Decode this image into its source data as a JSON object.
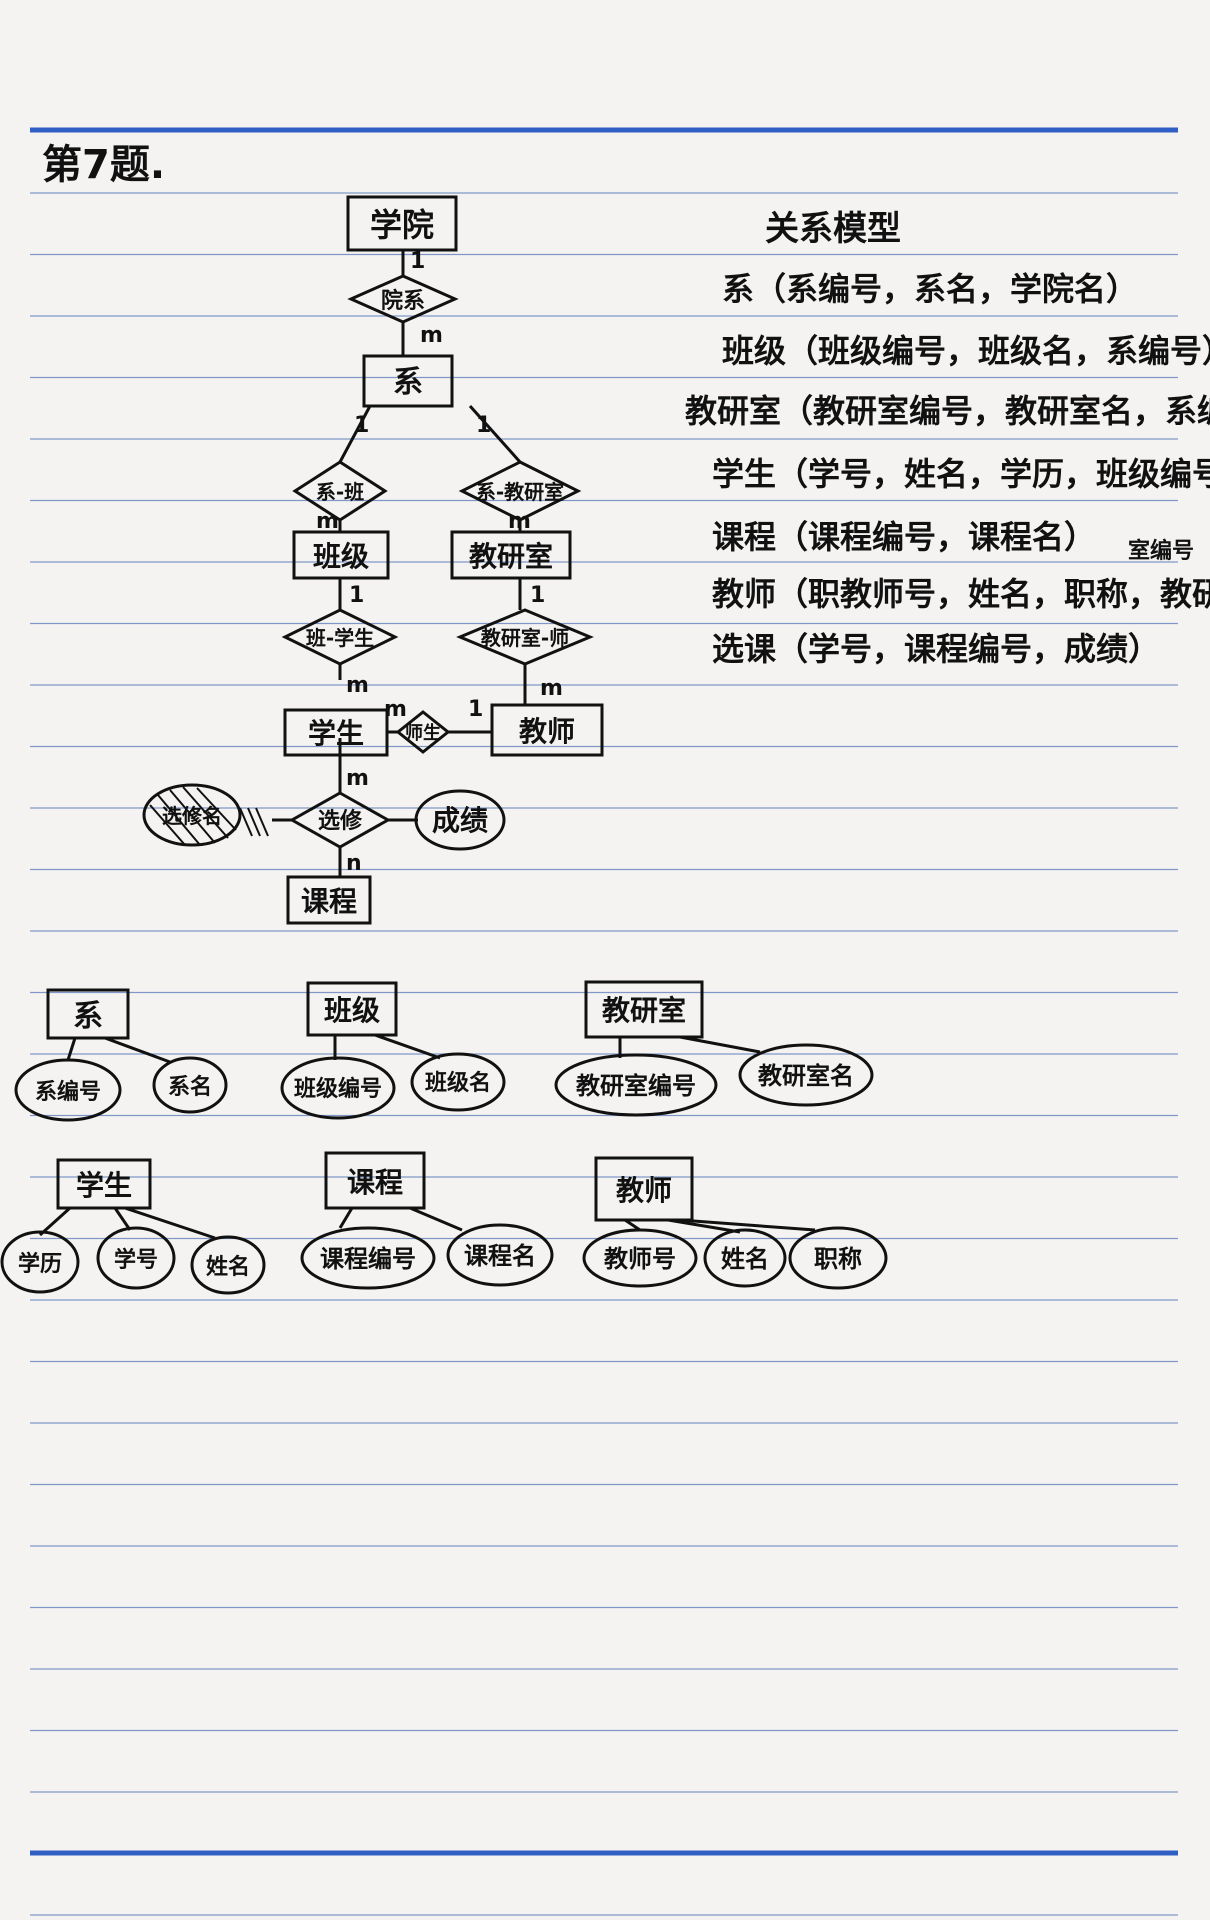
{
  "heading": "第7题.",
  "er": {
    "entities": {
      "college": "学院",
      "dept": "系",
      "class": "班级",
      "office": "教研室",
      "student": "学生",
      "teacher": "教师",
      "course": "课程"
    },
    "relationships": {
      "college_dept": "院系",
      "dept_class": "系-班",
      "dept_office": "系-教研室",
      "class_student": "班-学生",
      "office_teacher": "教研室-师",
      "student_teacher": "师生",
      "enroll": "选修"
    },
    "attributes": {
      "grade": "成绩",
      "crossed": "选修名"
    },
    "cardinalities": {
      "college_side": "1",
      "dept_side_of_college": "m",
      "dept_to_class": "1",
      "class_side": "m",
      "dept_to_office": "1",
      "office_side": "m",
      "class_to_student": "1",
      "student_side": "m",
      "office_to_teacher": "1",
      "teacher_side": "m",
      "student_to_teacher": "m",
      "teacher_to_student": "1",
      "student_enroll": "m",
      "course_enroll": "n"
    }
  },
  "relational_model": {
    "title": "关系模型",
    "relations": [
      "系（系编号，系名，学院名）",
      "班级（班级编号，班级名，系编号）",
      "教研室（教研室编号，教研室名，系编号）",
      "学生（学号，姓名，学历，班级编号，教研室",
      "课程（课程编号，课程名）",
      "教师（职教师号，姓名，职称，教研室编号）",
      "选课（学号，课程编号，成绩）"
    ],
    "annotation": "室编号"
  },
  "attribute_diagrams": [
    {
      "entity": "系",
      "attributes": [
        "系编号",
        "系名"
      ]
    },
    {
      "entity": "班级",
      "attributes": [
        "班级编号",
        "班级名"
      ]
    },
    {
      "entity": "教研室",
      "attributes": [
        "教研室编号",
        "教研室名"
      ]
    },
    {
      "entity": "学生",
      "attributes": [
        "学历",
        "学号",
        "姓名"
      ]
    },
    {
      "entity": "课程",
      "attributes": [
        "课程编号",
        "课程名"
      ]
    },
    {
      "entity": "教师",
      "attributes": [
        "教师号",
        "姓名",
        "职称"
      ]
    }
  ]
}
